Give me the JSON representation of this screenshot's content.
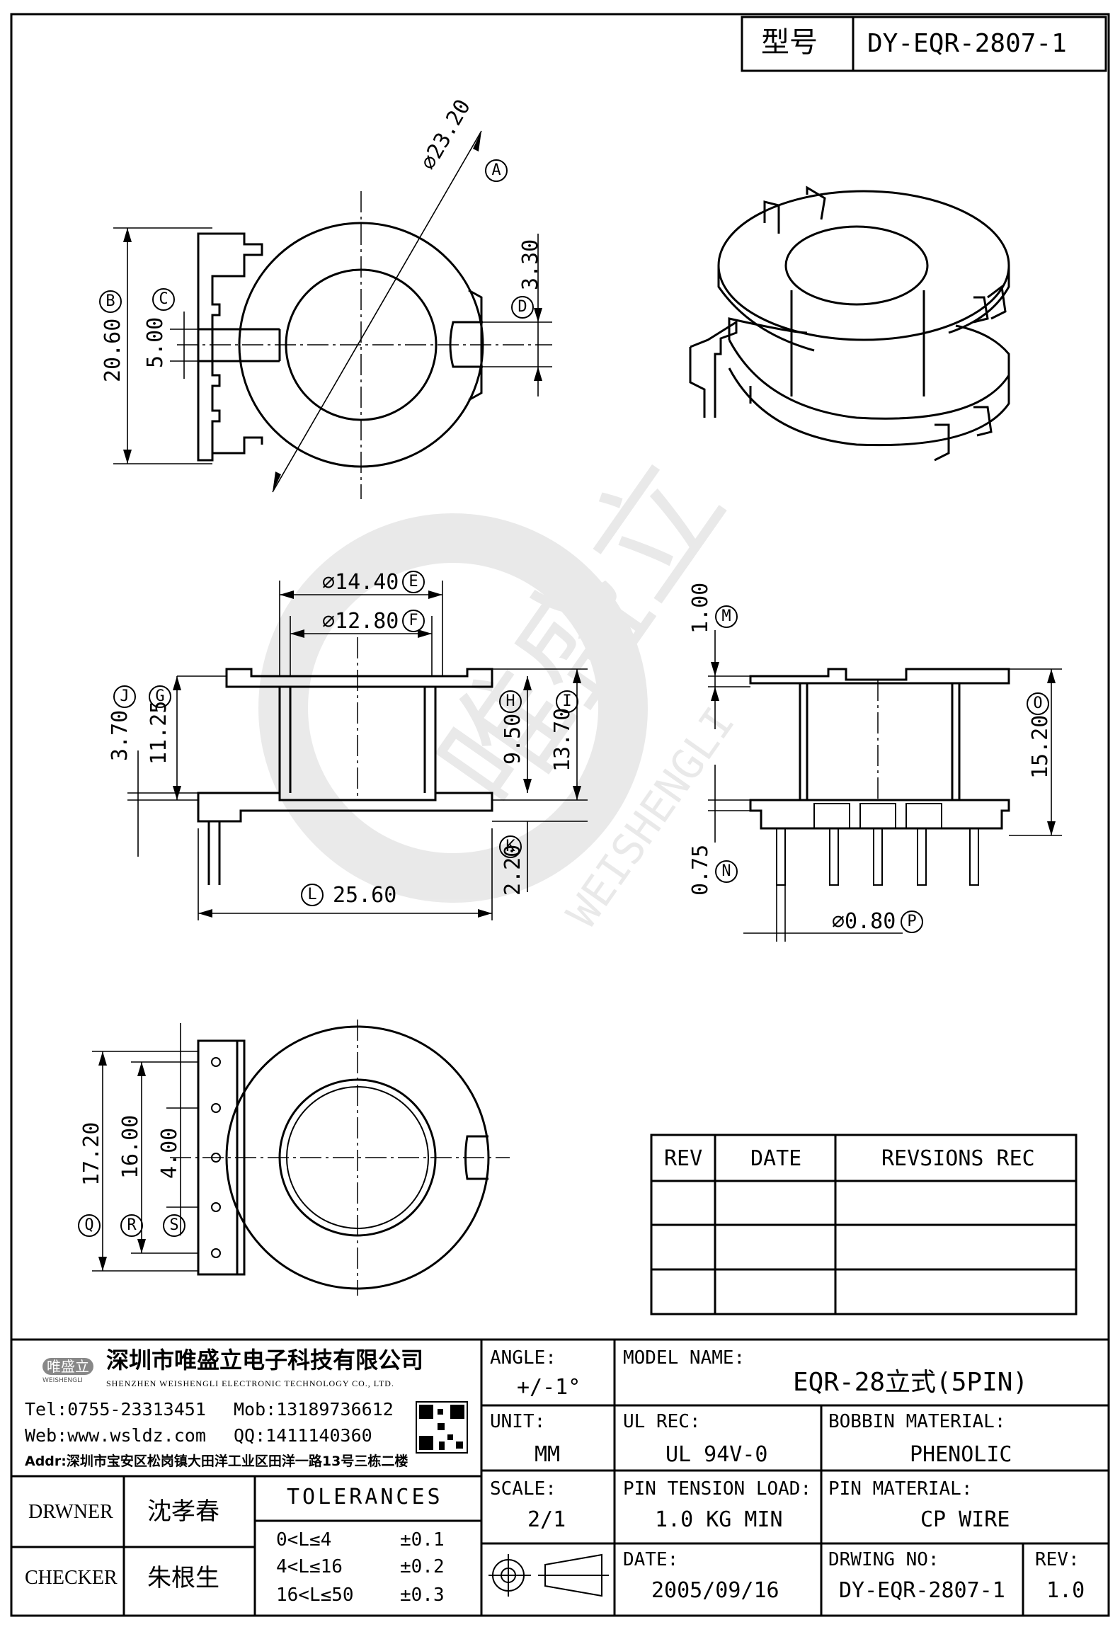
{
  "title_block_top": {
    "type_label": "型号",
    "type_value": "DY-EQR-2807-1"
  },
  "dimensions": {
    "A": "⌀23.20",
    "B": "20.60",
    "C": "5.00",
    "D": "3.30",
    "E": "⌀14.40",
    "F": "⌀12.80",
    "G": "11.25",
    "H": "9.50",
    "I": "13.70",
    "J": "3.70",
    "K": "2.20",
    "L": "25.60",
    "M": "1.00",
    "N": "0.75",
    "O": "15.20",
    "P": "⌀0.80",
    "Q": "17.20",
    "R": "16.00",
    "S": "4.00"
  },
  "dimension_letters": [
    "A",
    "B",
    "C",
    "D",
    "E",
    "F",
    "G",
    "H",
    "I",
    "J",
    "K",
    "L",
    "M",
    "N",
    "O",
    "P",
    "Q",
    "R",
    "S"
  ],
  "watermark": {
    "brand_cn": "唯盛立",
    "brand_en": "WEISHENGLI"
  },
  "revision_table": {
    "headers": [
      "REV",
      "DATE",
      "REVSIONS REC"
    ],
    "rows": [
      [
        "",
        "",
        ""
      ],
      [
        "",
        "",
        ""
      ],
      [
        "",
        "",
        ""
      ]
    ]
  },
  "company": {
    "logo_cn": "唯盛立",
    "logo_en": "WEISHENGLI",
    "name_cn": "深圳市唯盛立电子科技有限公司",
    "name_en": "SHENZHEN WEISHENGLI ELECTRONIC TECHNOLOGY CO., LTD.",
    "tel": "Tel:0755-23313451",
    "mob": "Mob:13189736612",
    "web": "Web:www.wsldz.com",
    "qq": "QQ:1411140360",
    "addr": "Addr:深圳市宝安区松岗镇大田洋工业区田洋一路13号三栋二楼"
  },
  "title_block": {
    "angle_label": "ANGLE:",
    "angle_value": "+/-1°",
    "model_label": "MODEL NAME:",
    "model_value": "EQR-28立式(5PIN)",
    "unit_label": "UNIT:",
    "unit_value": "MM",
    "ul_label": "UL REC:",
    "ul_value": "UL 94V-0",
    "bobbin_label": "BOBBIN MATERIAL:",
    "bobbin_value": "PHENOLIC",
    "scale_label": "SCALE:",
    "scale_value": "2/1",
    "tension_label": "PIN TENSION LOAD:",
    "tension_value": "1.0 KG MIN",
    "pin_label": "PIN MATERIAL:",
    "pin_value": "CP WIRE",
    "date_label": "DATE:",
    "date_value": "2005/09/16",
    "drwing_label": "DRWING NO:",
    "drwing_value": "DY-EQR-2807-1",
    "rev_label": "REV:",
    "rev_value": "1.0",
    "drawer_label": "DRWNER",
    "drawer_value": "沈孝春",
    "checker_label": "CHECKER",
    "checker_value": "朱根生",
    "tolerances_label": "TOLERANCES",
    "tolerances": [
      {
        "range": "0<L≤4",
        "value": "±0.1"
      },
      {
        "range": "4<L≤16",
        "value": "±0.2"
      },
      {
        "range": "16<L≤50",
        "value": "±0.3"
      }
    ]
  }
}
